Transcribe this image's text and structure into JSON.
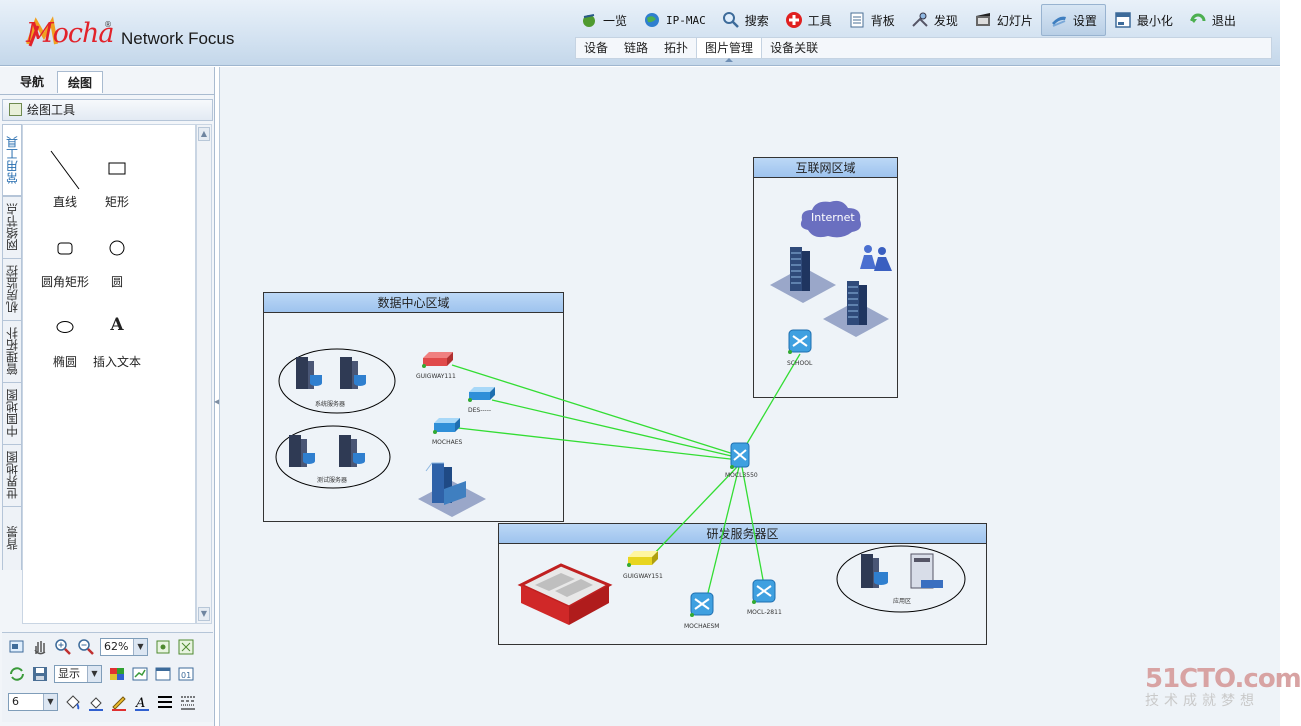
{
  "header": {
    "logo_text": "Mocha",
    "logo_mark": "®",
    "title": "Network Focus"
  },
  "top_menu": [
    {
      "label": "一览",
      "icon": "overview-icon"
    },
    {
      "label": "IP-MAC",
      "icon": "globe-icon"
    },
    {
      "label": "搜索",
      "icon": "search-icon"
    },
    {
      "label": "工具",
      "icon": "tools-icon"
    },
    {
      "label": "背板",
      "icon": "backplane-icon"
    },
    {
      "label": "发现",
      "icon": "discover-icon"
    },
    {
      "label": "幻灯片",
      "icon": "slideshow-icon"
    },
    {
      "label": "设置",
      "icon": "settings-icon",
      "active": true
    },
    {
      "label": "最小化",
      "icon": "minimize-icon"
    },
    {
      "label": "退出",
      "icon": "exit-icon"
    }
  ],
  "sub_menu": [
    {
      "label": "设备"
    },
    {
      "label": "链路"
    },
    {
      "label": "拓扑"
    },
    {
      "label": "图片管理",
      "active": true
    },
    {
      "label": "设备关联"
    }
  ],
  "left_tabs": [
    {
      "label": "导航"
    },
    {
      "label": "绘图",
      "active": true
    }
  ],
  "draw_tools_title": "绘图工具",
  "vertical_tabs": [
    {
      "label": "常用工具",
      "active": true
    },
    {
      "label": "网络节点"
    },
    {
      "label": "机房监控"
    },
    {
      "label": "管理拓扑"
    },
    {
      "label": "中国地图"
    },
    {
      "label": "世界地图"
    },
    {
      "label": "背景"
    }
  ],
  "tools": [
    {
      "label": "直线",
      "icon": "line-icon"
    },
    {
      "label": "矩形",
      "icon": "rectangle-icon"
    },
    {
      "label": "圆角矩形",
      "icon": "rounded-rectangle-icon"
    },
    {
      "label": "圆",
      "icon": "circle-icon"
    },
    {
      "label": "椭圆",
      "icon": "ellipse-icon"
    },
    {
      "label": "插入文本",
      "icon": "text-icon",
      "glyph": "A"
    }
  ],
  "bottom_toolbar": {
    "zoom_value": "62%",
    "display_value": "显示",
    "line_width_value": "6"
  },
  "regions": {
    "datacenter": "数据中心区域",
    "internet": "互联网区域",
    "rd": "研发服务器区"
  },
  "nodes": {
    "internet_cloud": "Internet",
    "gw111": "GUIGWAY111",
    "des": "DES-----",
    "mochaes": "MOCHAES",
    "sys_server_group": "系统服务器",
    "test_server_group": "测试服务器",
    "school": "SCHOOL",
    "core": "MOCL3550",
    "gw151": "GUIGWAY151",
    "mochaesm": "MOCHAESM",
    "mocl2811": "MOCL-2811",
    "app_group": "应用区"
  },
  "watermark": {
    "top": "51CTO.com",
    "bottom": "技术成就梦想"
  },
  "colors": {
    "link": "#33dd33",
    "region_header": "#a8cdf2",
    "canvas_bg": "#eef3f8"
  }
}
